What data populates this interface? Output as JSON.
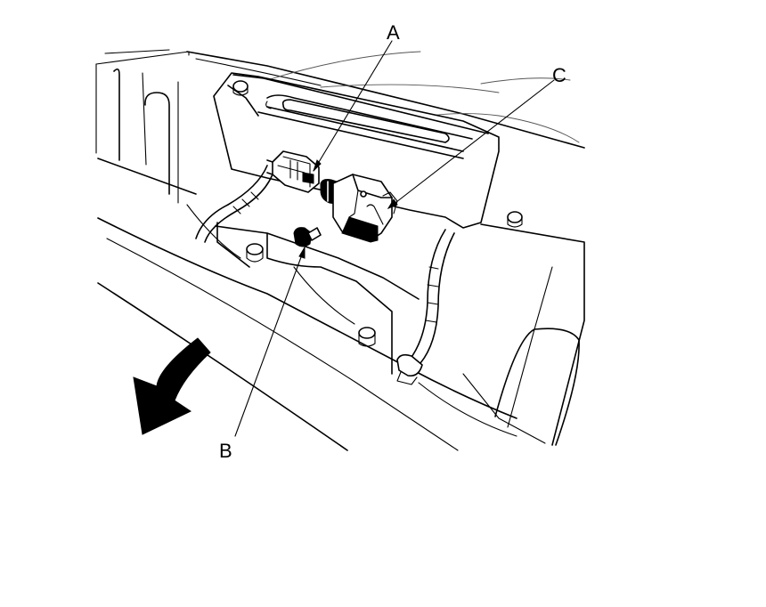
{
  "callouts": {
    "a": "A",
    "b": "B",
    "c": "C"
  },
  "colors": {
    "ink": "#000000",
    "background": "#ffffff"
  }
}
